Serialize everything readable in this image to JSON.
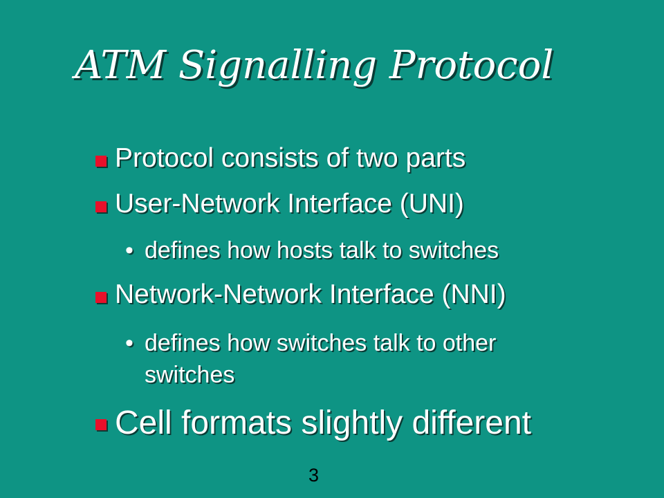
{
  "slide": {
    "title": "ATM Signalling Protocol",
    "bullets": [
      {
        "text": "Protocol consists of two parts"
      },
      {
        "text": "User-Network Interface (UNI)"
      },
      {
        "text": "defines how hosts talk to switches"
      },
      {
        "text": "Network-Network Interface (NNI)"
      },
      {
        "text_line1": "defines how switches talk to other",
        "text_line2": "switches"
      },
      {
        "text": "Cell formats slightly different"
      }
    ],
    "sub_bullet_glyph": "•",
    "page_number": "3"
  },
  "colors": {
    "background": "#0e9484",
    "text": "#ffffff",
    "bullet": "#e8102a",
    "shadow": "#0a3b35",
    "page_number": "#000000"
  },
  "icons": {
    "level1_bullet": "red-square-bullet-icon",
    "level2_bullet": "round-dot-bullet-icon"
  }
}
